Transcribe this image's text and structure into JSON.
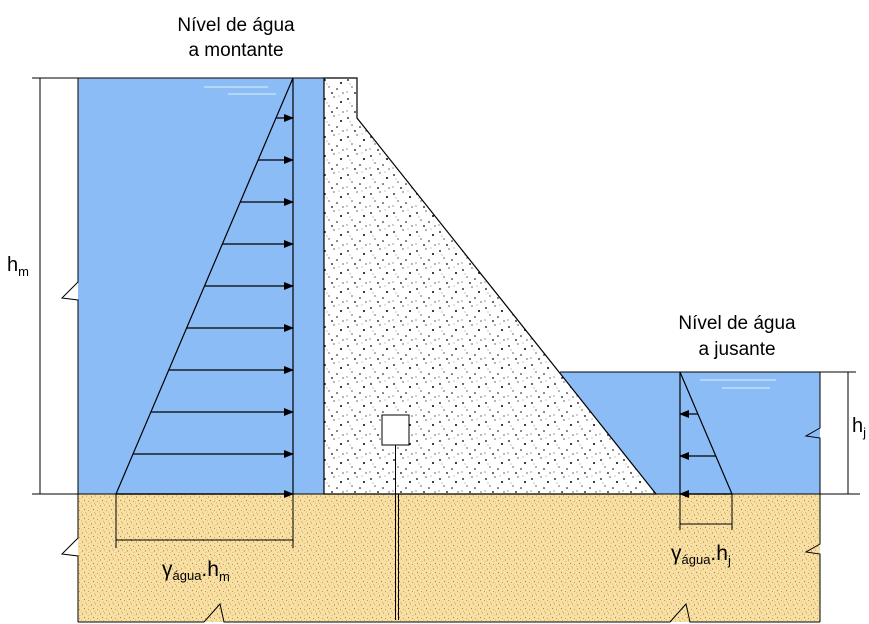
{
  "labels": {
    "upstream_level_line1": "Nível de água",
    "upstream_level_line2": "a montante",
    "downstream_level_line1": "Nível de água",
    "downstream_level_line2": "a jusante",
    "hm_base": "h",
    "hm_sub": "m",
    "hj_base": "h",
    "hj_sub": "j",
    "gamma": "γ",
    "agua_sub": "água",
    "dot": ".",
    "hm_formula_base": "h",
    "hm_formula_sub": "m",
    "hj_formula_base": "h",
    "hj_formula_sub": "j"
  },
  "colors": {
    "water": "#8cbcf5",
    "soil": "#f6e0a6",
    "soil_speckle": "#c77a1e",
    "concrete": "#ffffff",
    "line": "#000000"
  }
}
